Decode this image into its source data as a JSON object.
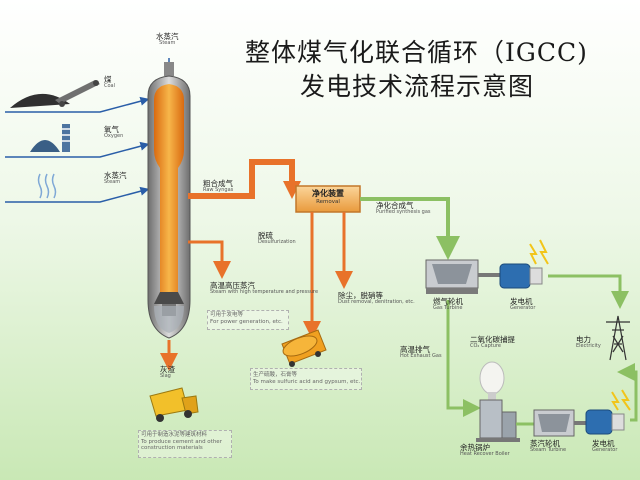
{
  "title": {
    "line1": "整体煤气化联合循环（IGCC)",
    "line2": "发电技术流程示意图"
  },
  "labels": {
    "steam_top": {
      "zh": "水蒸汽",
      "en": "Steam"
    },
    "coal": {
      "zh": "煤",
      "en": "Coal"
    },
    "oxygen": {
      "zh": "氧气",
      "en": "Oxygen"
    },
    "steam_side": {
      "zh": "水蒸汽",
      "en": "Steam"
    },
    "raw_syngas": {
      "zh": "粗合成气",
      "en": "Raw Syngas"
    },
    "removal": {
      "zh": "净化装置",
      "en": "Removal"
    },
    "purified": {
      "zh": "净化合成气",
      "en": "Purified synthesis gas"
    },
    "desulf": {
      "zh": "脱硫",
      "en": "Desulfurization"
    },
    "hp_steam": {
      "zh": "高温高压蒸汽",
      "en": "Steam with high temperature and pressure"
    },
    "hp_steam_use": "可用于发电等",
    "hp_steam_use_en": "For power generation, etc.",
    "dust": {
      "zh": "除尘，脱硝等",
      "en": "Dust removal, denitration, etc."
    },
    "slag": {
      "zh": "灰渣",
      "en": "Slag"
    },
    "slag_use": "可用于制造水泥等建筑材料",
    "slag_use_en1": "To produce cement and other",
    "slag_use_en2": "construction materials",
    "acid_use": "生产硫酸，石膏等",
    "acid_use_en": "To make sulfuric acid and gypsum, etc.",
    "gas_turbine": {
      "zh": "燃气轮机",
      "en": "Gas Turbine"
    },
    "generator1": {
      "zh": "发电机",
      "en": "Generator"
    },
    "co2": {
      "zh": "二氧化碳捕提",
      "en": "CO₂ Capture"
    },
    "exhaust": {
      "zh": "高温排气",
      "en": "Hot Exhaust Gas"
    },
    "electricity": {
      "zh": "电力",
      "en": "Electricity"
    },
    "hrsg": {
      "zh": "余热锅炉",
      "en": "Heat Recover Boiler"
    },
    "steam_turbine": {
      "zh": "蒸汽轮机",
      "en": "Steam Turbine"
    },
    "generator2": {
      "zh": "发电机",
      "en": "Generator"
    }
  },
  "colors": {
    "orange": "#e8722a",
    "green": "#8cc063",
    "gasifier": "#e8921e",
    "box": "#f4b35e"
  }
}
